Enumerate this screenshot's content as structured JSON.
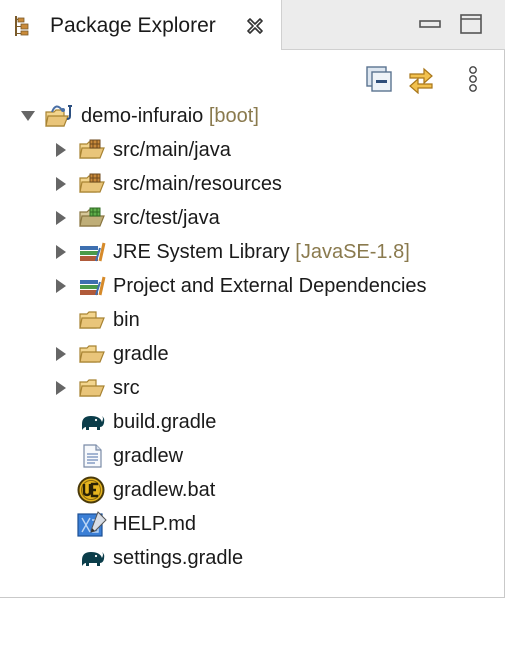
{
  "tab": {
    "title": "Package Explorer"
  },
  "tree": {
    "root": {
      "label": "demo-infuraio",
      "decoration": "[boot]"
    },
    "items": [
      {
        "label": "src/main/java",
        "decoration": ""
      },
      {
        "label": "src/main/resources",
        "decoration": ""
      },
      {
        "label": "src/test/java",
        "decoration": ""
      },
      {
        "label": "JRE System Library",
        "decoration": "[JavaSE-1.8]"
      },
      {
        "label": "Project and External Dependencies",
        "decoration": ""
      },
      {
        "label": "bin",
        "decoration": ""
      },
      {
        "label": "gradle",
        "decoration": ""
      },
      {
        "label": "src",
        "decoration": ""
      },
      {
        "label": "build.gradle",
        "decoration": ""
      },
      {
        "label": "gradlew",
        "decoration": ""
      },
      {
        "label": "gradlew.bat",
        "decoration": ""
      },
      {
        "label": "HELP.md",
        "decoration": ""
      },
      {
        "label": "settings.gradle",
        "decoration": ""
      }
    ]
  },
  "colors": {
    "decoration": "#8a7a4e",
    "folder": "#e9c57a",
    "selection_none": "#ffffff"
  }
}
